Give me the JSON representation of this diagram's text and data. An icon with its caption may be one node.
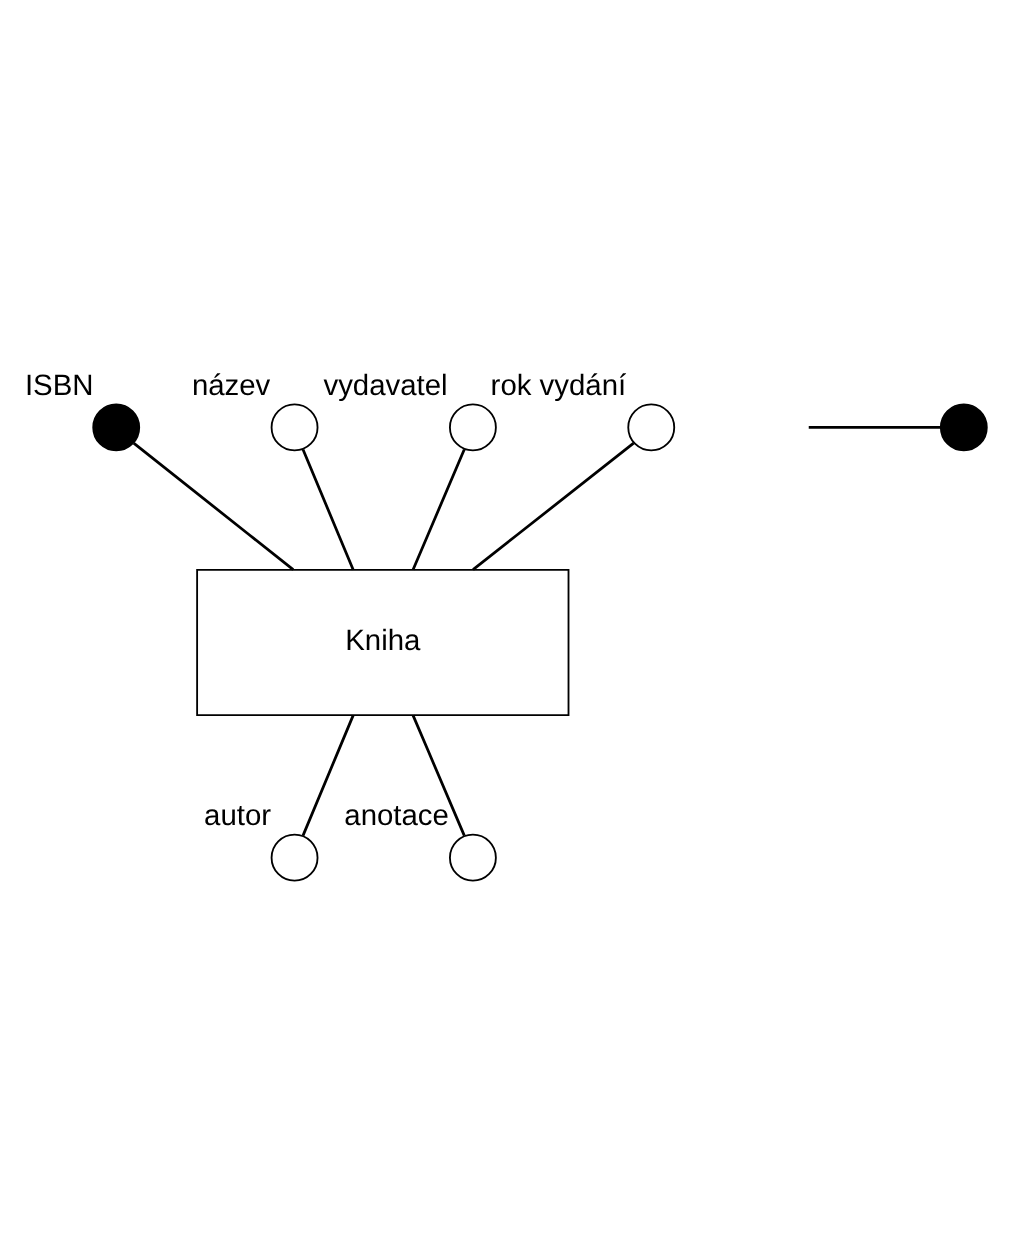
{
  "diagram": {
    "nodes": [
      {
        "text": [
          "Kniha"
        ]
      },
      {
        "text": [],
        "shape": "circle",
        "beside": [
          "ISBN"
        ]
      },
      {
        "text": [],
        "shape": "circle",
        "beside": [
          "název"
        ]
      },
      {
        "text": [],
        "shape": "circle",
        "beside": [
          "vydavatel"
        ]
      },
      {
        "text": [],
        "shape": "circle",
        "beside": [
          "rok vydání"
        ]
      },
      {
        "text": [],
        "shape": "circle"
      },
      {
        "text": [],
        "shape": "circle",
        "beside": [
          "autor"
        ]
      },
      {
        "text": [],
        "shape": "circle",
        "beside": [
          "anotace"
        ]
      }
    ],
    "edges": [
      {
        "from": 1,
        "to": 0,
        "arrow": "none"
      },
      {
        "from": 2,
        "to": 0,
        "arrow": "none"
      },
      {
        "from": 3,
        "to": 0,
        "arrow": "none"
      },
      {
        "from": 4,
        "to": 0,
        "arrow": "none"
      },
      {
        "from": null,
        "to": 5,
        "arrow": "none"
      },
      {
        "from": 6,
        "to": 0,
        "arrow": "none"
      },
      {
        "from": 7,
        "to": 0,
        "arrow": "none"
      }
    ]
  }
}
